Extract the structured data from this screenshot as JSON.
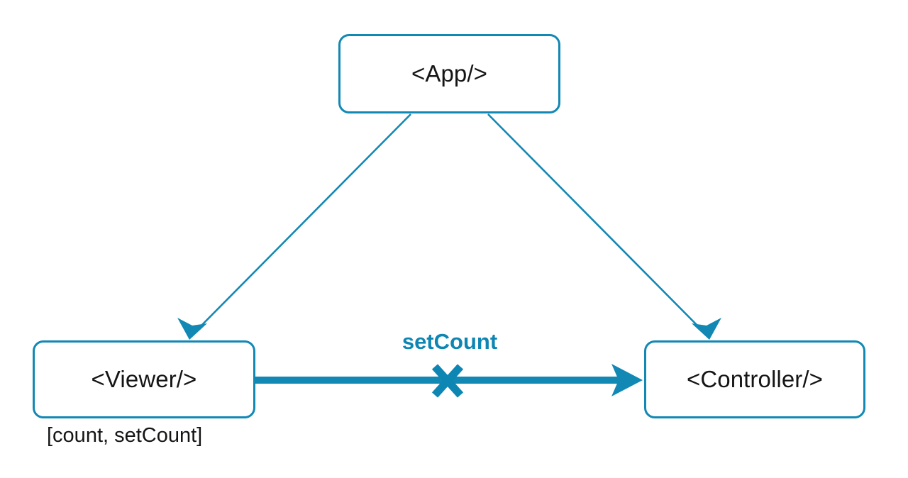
{
  "diagram": {
    "title": "React component state flow diagram",
    "background_color": "#ffffff",
    "accent_color": "#1288B4",
    "label_color": "#0E86B3",
    "text_color": "#151515",
    "nodes": [
      {
        "id": "app",
        "label": "<App/>"
      },
      {
        "id": "viewer",
        "label": "<Viewer/>"
      },
      {
        "id": "controller",
        "label": "<Controller/>"
      }
    ],
    "annotations": {
      "viewer_state": "[count, setCount]",
      "edge_label": "setCount"
    },
    "edges": [
      {
        "id": "app-to-viewer",
        "from": "app",
        "to": "viewer",
        "style": "thin-arrow"
      },
      {
        "id": "app-to-controller",
        "from": "app",
        "to": "controller",
        "style": "thin-arrow"
      },
      {
        "id": "viewer-to-controller",
        "from": "viewer",
        "to": "controller",
        "style": "thick-arrow",
        "label": "setCount",
        "marked_invalid": true
      }
    ]
  }
}
